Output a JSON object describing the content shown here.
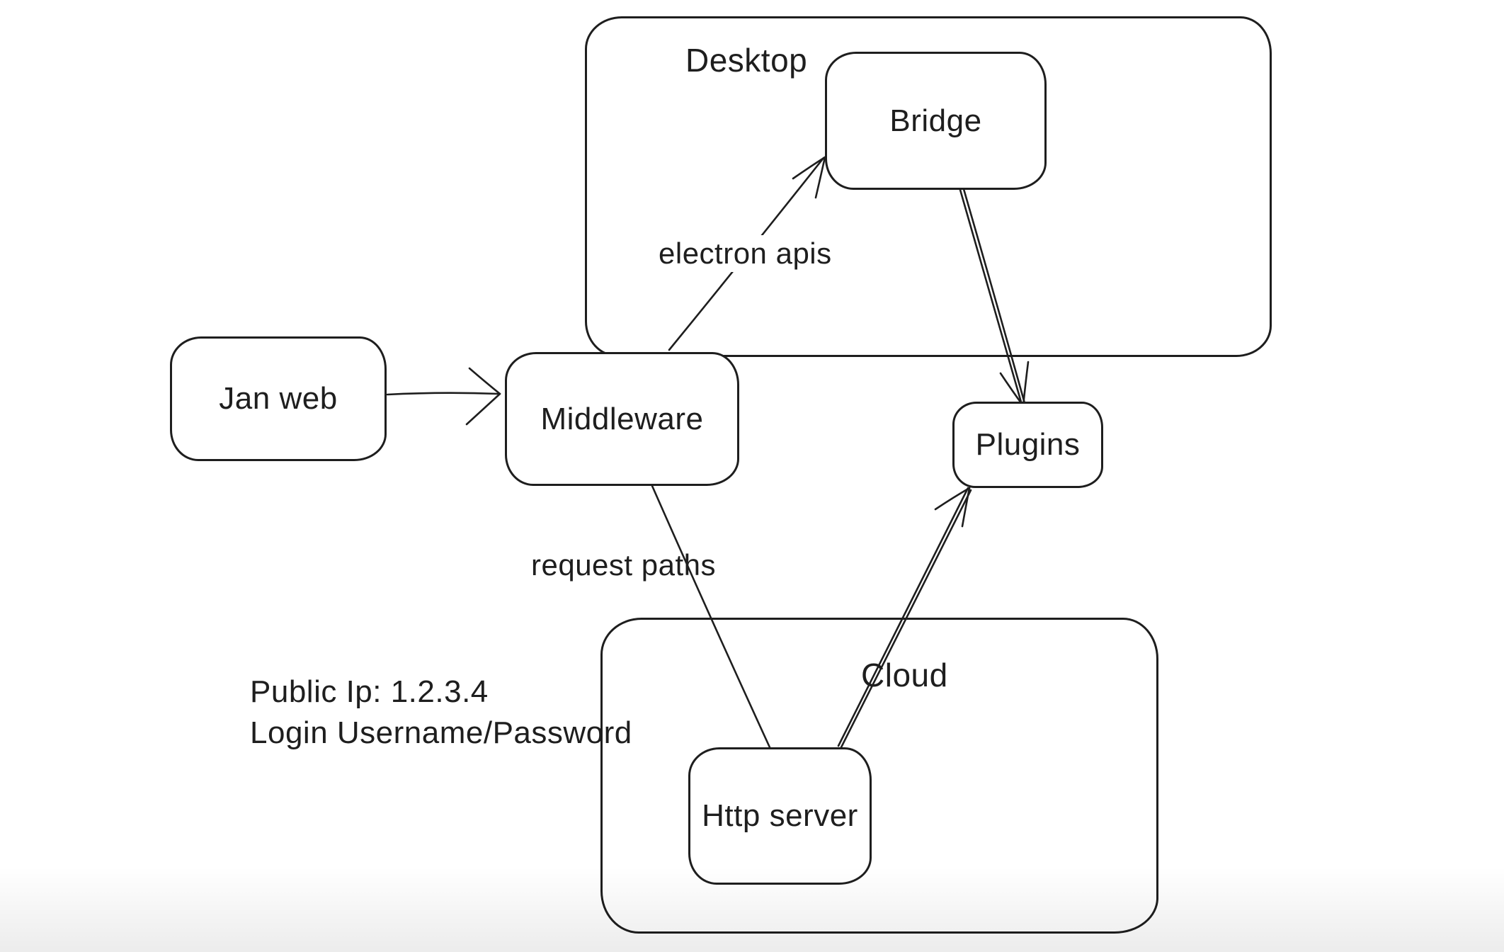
{
  "diagram": {
    "containers": [
      {
        "id": "desktop",
        "label": "Desktop"
      },
      {
        "id": "cloud",
        "label": "Cloud"
      }
    ],
    "nodes": [
      {
        "id": "jan-web",
        "label": "Jan web"
      },
      {
        "id": "middleware",
        "label": "Middleware"
      },
      {
        "id": "bridge",
        "label": "Bridge"
      },
      {
        "id": "plugins",
        "label": "Plugins"
      },
      {
        "id": "http-server",
        "label": "Http server"
      }
    ],
    "edges": [
      {
        "from": "Jan web",
        "to": "Middleware",
        "label": ""
      },
      {
        "from": "Middleware",
        "to": "Bridge",
        "label": "electron apis"
      },
      {
        "from": "Bridge",
        "to": "Plugins",
        "label": ""
      },
      {
        "from": "Middleware",
        "to": "Http server",
        "label": "request paths"
      },
      {
        "from": "Http server",
        "to": "Plugins",
        "label": ""
      }
    ],
    "annotations": [
      {
        "id": "public-ip",
        "text": "Public Ip: 1.2.3.4"
      },
      {
        "id": "login",
        "text": "Login Username/Password"
      }
    ],
    "colors": {
      "stroke": "#1e1e1e",
      "background": "#ffffff",
      "bottom_fade": "#ebebeb"
    }
  }
}
